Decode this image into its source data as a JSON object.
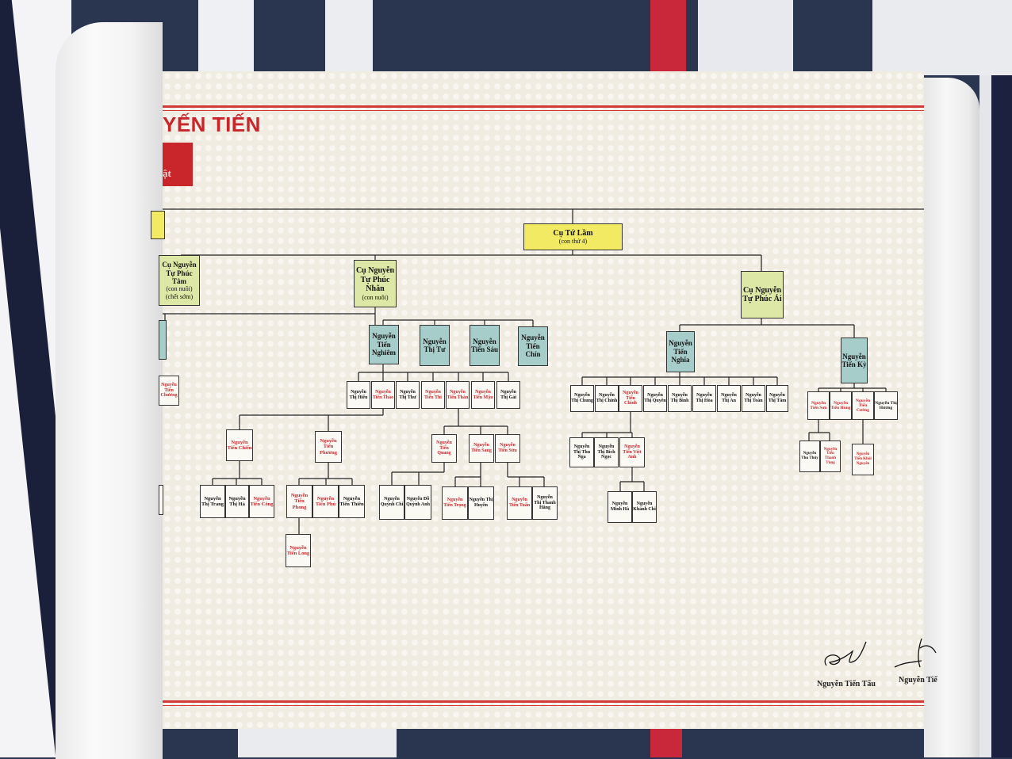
{
  "title": "YẾN TIẾN",
  "red_box_text": "ật",
  "root": {
    "name": "Cụ Tứ Lầm",
    "note": "(con thứ 4)"
  },
  "gen1": [
    {
      "id": "phuctam",
      "name": "Cụ Nguyễn Tự Phúc Tâm",
      "note1": "(con nuôi)",
      "note2": "(chết sớm)"
    },
    {
      "id": "phucnhan",
      "name": "Cụ Nguyễn Tự Phúc Nhân",
      "note1": "(con nuôi)"
    },
    {
      "id": "phucai",
      "name": "Cụ Nguyễn Tự Phúc Ái"
    }
  ],
  "gen2": [
    {
      "name": "Nguyễn Tiến Nghiêm"
    },
    {
      "name": "Nguyễn Thị Tư"
    },
    {
      "name": "Nguyễn Tiến Sáu"
    },
    {
      "name": "Nguyễn Tiến Chín"
    },
    {
      "name": "Nguyễn Tiến Nghĩa"
    },
    {
      "name": "Nguyễn Tiến Kỳ"
    }
  ],
  "left_partial": {
    "name": "Nguyễn Tiến Chương"
  },
  "nghiem_children": [
    {
      "name": "Nguyễn Thị Hiếu",
      "male": false
    },
    {
      "name": "Nguyễn Tiến Thảo",
      "male": true
    },
    {
      "name": "Nguyễn Thị Thư",
      "male": false
    },
    {
      "name": "Nguyễn Tiến Thi",
      "male": true
    },
    {
      "name": "Nguyễn Tiến Thân",
      "male": true
    },
    {
      "name": "Nguyễn Tiến Mậu",
      "male": true
    },
    {
      "name": "Nguyễn Thị Gái",
      "male": false
    }
  ],
  "nghia_children": [
    {
      "name": "Nguyễn Thị Chung",
      "male": false
    },
    {
      "name": "Nguyễn Thị Chính",
      "male": false
    },
    {
      "name": "Nguyễn Tiến Chính",
      "male": true
    },
    {
      "name": "Nguyễn Thị Quyên",
      "male": false
    },
    {
      "name": "Nguyễn Thị Bình",
      "male": false
    },
    {
      "name": "Nguyễn Thị Hòa",
      "male": false
    },
    {
      "name": "Nguyễn Thị An",
      "male": false
    },
    {
      "name": "Nguyễn Thị Toàn",
      "male": false
    },
    {
      "name": "Nguyễn Thị Tâm",
      "male": false
    }
  ],
  "ky_children": [
    {
      "name": "Nguyễn Tiến Sơn",
      "male": true
    },
    {
      "name": "Nguyễn Tiến Hùng",
      "male": true
    },
    {
      "name": "Nguyễn Tiến Cường",
      "male": true
    },
    {
      "name": "Nguyễn Thị Hương",
      "male": false
    }
  ],
  "gen4": [
    {
      "name": "Nguyễn Tiến Chiến",
      "male": true
    },
    {
      "name": "Nguyễn Tiến Phương",
      "male": true
    },
    {
      "name": "Nguyễn Tiến Quang",
      "male": true
    },
    {
      "name": "Nguyễn Tiến Sang",
      "male": true
    },
    {
      "name": "Nguyễn Tiến Sửu",
      "male": true
    },
    {
      "name": "Nguyễn Thị Thu Nga",
      "male": false
    },
    {
      "name": "Nguyễn Thị Bích Ngọc",
      "male": false
    },
    {
      "name": "Nguyễn Tiến Việt Anh",
      "male": true
    },
    {
      "name": "Nguyễn Thu Thủy",
      "male": false
    },
    {
      "name": "Nguyễn Tiến Thanh Tùng",
      "male": true
    },
    {
      "name": "Nguyễn Tiến Khôi Nguyên",
      "male": true
    }
  ],
  "gen5": [
    {
      "name": "Nguyễn Thị Trang",
      "male": false
    },
    {
      "name": "Nguyễn Thị Hà",
      "male": false
    },
    {
      "name": "Nguyễn Tiến Công",
      "male": true
    },
    {
      "name": "Nguyễn Tiến Phong",
      "male": true
    },
    {
      "name": "Nguyễn Tiến Phú",
      "male": true
    },
    {
      "name": "Nguyễn Tiến Thiên",
      "male": false
    },
    {
      "name": "Nguyễn Quỳnh Chi",
      "male": false
    },
    {
      "name": "Nguyễn Đỗ Quỳnh Anh",
      "male": false
    },
    {
      "name": "Nguyễn Tiến Trọng",
      "male": true
    },
    {
      "name": "Nguyễn Thị Huyền",
      "male": false
    },
    {
      "name": "Nguyễn Tiến Tuấn",
      "male": true
    },
    {
      "name": "Nguyễn Thị Thanh Hằng",
      "male": false
    },
    {
      "name": "Nguyễn Minh Hà",
      "male": false
    },
    {
      "name": "Nguyễn Khánh Chi",
      "male": false
    }
  ],
  "gen6": [
    {
      "name": "Nguyễn Tiến Long",
      "male": true
    }
  ],
  "signatures": [
    {
      "name": "Nguyễn Tiến Tấu"
    },
    {
      "name": "Nguyễn Tiế"
    }
  ]
}
